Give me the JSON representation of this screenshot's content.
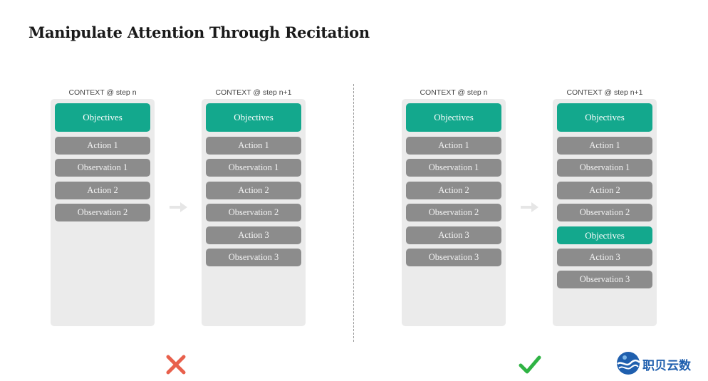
{
  "title": "Manipulate Attention Through Recitation",
  "colors": {
    "objective": "#13a88d",
    "step": "#8c8c8c",
    "panel": "#ebebeb",
    "bad": "#e8604c",
    "good": "#2fb344",
    "logo": "#1f5fae"
  },
  "left_example": {
    "result_icon": "cross-icon",
    "columns": [
      {
        "label": "CONTEXT @ step n",
        "items": [
          "Objectives",
          "Action 1",
          "Observation 1",
          "Action 2",
          "Observation 2"
        ]
      },
      {
        "label": "CONTEXT @ step n+1",
        "items": [
          "Objectives",
          "Action 1",
          "Observation 1",
          "Action 2",
          "Observation 2",
          "Action 3",
          "Observation 3"
        ]
      }
    ]
  },
  "right_example": {
    "result_icon": "check-icon",
    "columns": [
      {
        "label": "CONTEXT @ step n",
        "items": [
          "Objectives",
          "Action 1",
          "Observation 1",
          "Action 2",
          "Observation 2",
          "Action 3",
          "Observation 3"
        ]
      },
      {
        "label": "CONTEXT @ step n+1",
        "items": [
          "Objectives",
          "Action 1",
          "Observation 1",
          "Action 2",
          "Observation 2",
          "Objectives",
          "Action 3",
          "Observation 3"
        ]
      }
    ]
  },
  "logo": {
    "text": "职贝云数",
    "icon": "wave-globe-logo-icon"
  }
}
